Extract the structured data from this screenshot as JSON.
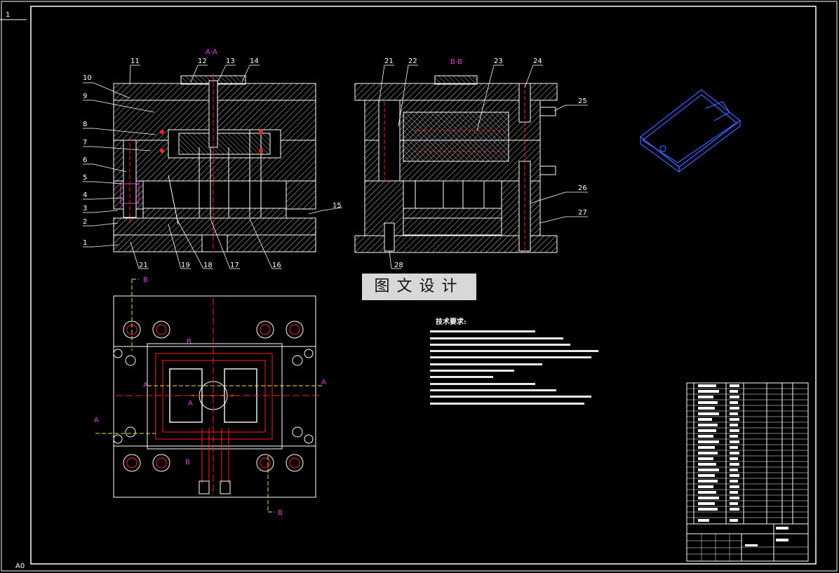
{
  "drawing": {
    "title_tl": "1",
    "corner_mark": "A0",
    "section_aa": "A-A",
    "section_bb": "B-B",
    "watermark": "图文设计",
    "notes_title": "技术要求:",
    "note_count": 12,
    "section_markers": {
      "a": "A",
      "b": "B"
    },
    "colors": {
      "background": "#000000",
      "line": "#ffffff",
      "section_label": "#e040e0",
      "red_line": "#ff2020",
      "yellow_line": "#f0e040",
      "iso_model": "#4060ff"
    }
  },
  "labels_left": [
    "11",
    "10",
    "9",
    "8",
    "7",
    "6",
    "5",
    "4",
    "3",
    "2",
    "1",
    "12",
    "13",
    "14",
    "15",
    "21",
    "19",
    "18",
    "17",
    "16"
  ],
  "labels_right": [
    "21",
    "22",
    "23",
    "24",
    "25",
    "26",
    "27",
    "28"
  ]
}
